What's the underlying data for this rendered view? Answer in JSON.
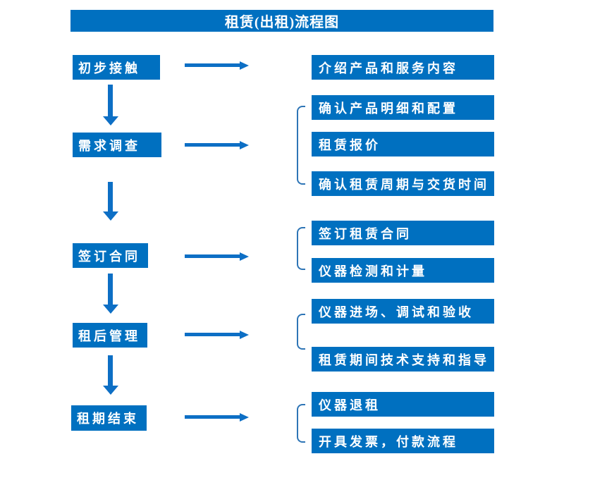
{
  "title": "租赁(出租)流程图",
  "colors": {
    "box_blue": "#0070C0",
    "arrow_blue": "#0D6FC5",
    "bracket_blue": "#2E75B6",
    "text_white": "#FFFFFF"
  },
  "steps": [
    {
      "label": "初步接触",
      "details": [
        "介绍产品和服务内容"
      ]
    },
    {
      "label": "需求调查",
      "details": [
        "确认产品明细和配置",
        "租赁报价",
        "确认租赁周期与交货时间"
      ]
    },
    {
      "label": "签订合同",
      "details": [
        "签订租赁合同",
        "仪器检测和计量"
      ]
    },
    {
      "label": "租后管理",
      "details": [
        "仪器进场、调试和验收",
        "租赁期间技术支持和指导"
      ]
    },
    {
      "label": "租期结束",
      "details": [
        "仪器退租",
        "开具发票，付款流程"
      ]
    }
  ]
}
